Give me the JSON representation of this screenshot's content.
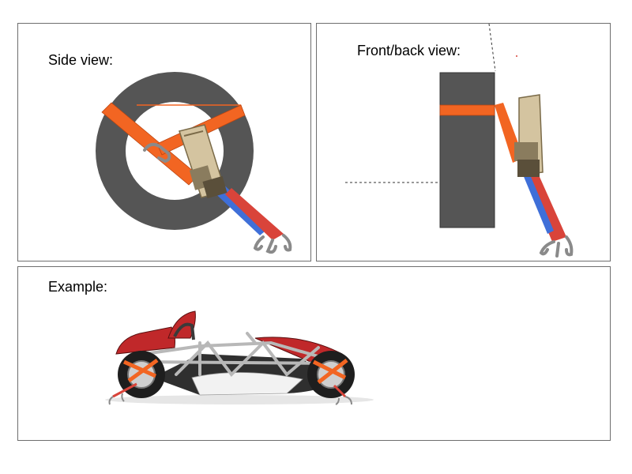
{
  "panels": {
    "side": {
      "title": "Side view:"
    },
    "front": {
      "title": "Front/back view:"
    },
    "example": {
      "title": "Example:"
    }
  },
  "colors": {
    "tire": "#555555",
    "strap": "#f26522",
    "strap_edge": "#b94512",
    "webbing_red": "#d9443a",
    "webbing_blue": "#3f6fd8",
    "ratchet": "#d4c4a0",
    "hook": "#8a8a8a",
    "car_red": "#c0282a",
    "car_frame": "#b8b8b8",
    "car_body": "#2f2f2f"
  }
}
